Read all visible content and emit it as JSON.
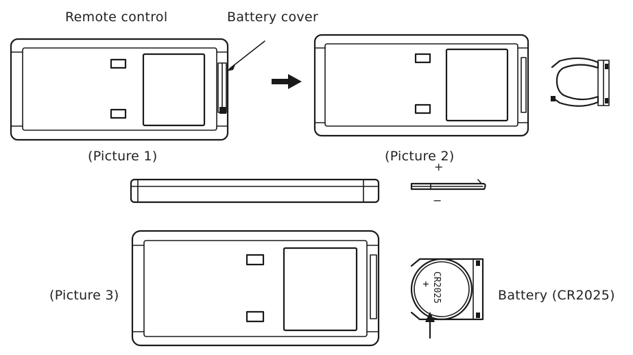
{
  "labels": {
    "remote_control": "Remote control",
    "battery_cover": "Battery cover",
    "picture_1": "(Picture 1)",
    "picture_2": "(Picture 2)",
    "picture_3": "(Picture 3)",
    "battery": "Battery (CR2025)"
  },
  "polarity": {
    "plus": "+",
    "minus": "−"
  },
  "battery_marking": {
    "model": "CR2025",
    "symbol": "+"
  },
  "colors": {
    "line": "#1a1a1a",
    "background": "#ffffff"
  }
}
